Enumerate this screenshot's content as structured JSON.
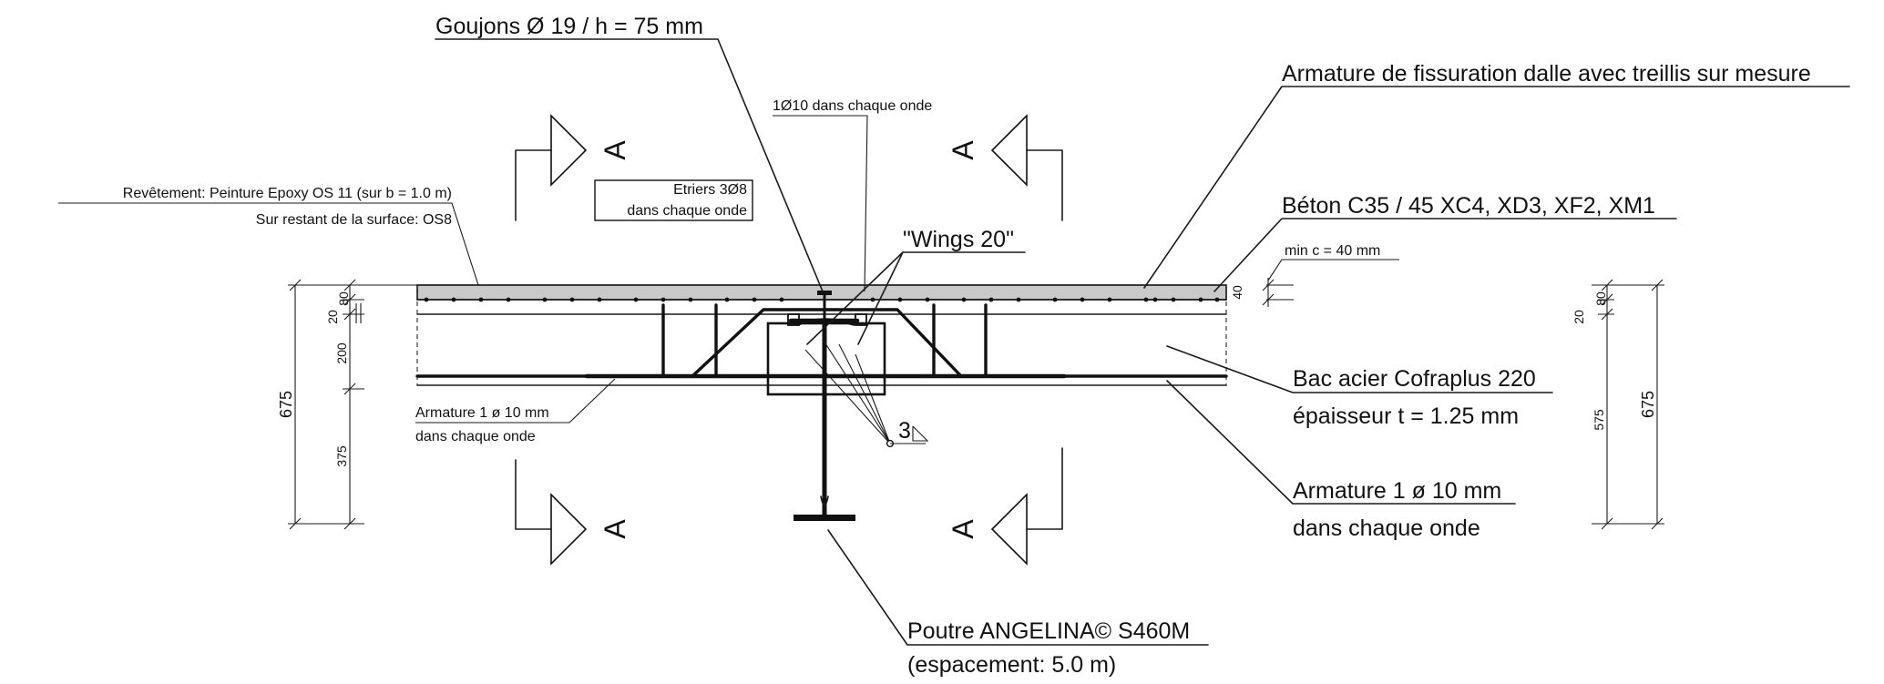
{
  "labels": {
    "goujons": "Goujons Ø 19 / h = 75 mm",
    "armature_fissuration": "Armature de fissuration dalle avec treillis sur mesure",
    "dix_onde": "1Ø10 dans chaque onde",
    "revetement_line1": "Revêtement: Peinture Epoxy OS 11 (sur b = 1.0 m)",
    "revetement_line2": "Sur restant de la surface: OS8",
    "etriers_line1": "Etriers 3Ø8",
    "etriers_line2": "dans chaque onde",
    "beton": "Béton C35 / 45 XC4, XD3, XF2, XM1",
    "wings": "\"Wings 20\"",
    "min_c": "min c = 40 mm",
    "bac_line1": "Bac acier Cofraplus 220",
    "bac_line2": "épaisseur t = 1.25 mm",
    "armature_left_line1": "Armature 1 ø 10 mm",
    "armature_left_line2": "dans chaque onde",
    "armature_right_line1": "Armature 1 ø 10 mm",
    "armature_right_line2": "dans chaque onde",
    "weld": "3",
    "poutre_line1": "Poutre ANGELINA© S460M",
    "poutre_line2": "(espacement: 5.0 m)",
    "section_marker": "A"
  },
  "dimensions_left": {
    "total": "675",
    "d80": "80",
    "d20": "20",
    "d200": "200",
    "d375": "375"
  },
  "dimensions_right": {
    "total": "675",
    "d80": "80",
    "d20": "20",
    "d575": "575"
  },
  "dim_slab_top": "40"
}
